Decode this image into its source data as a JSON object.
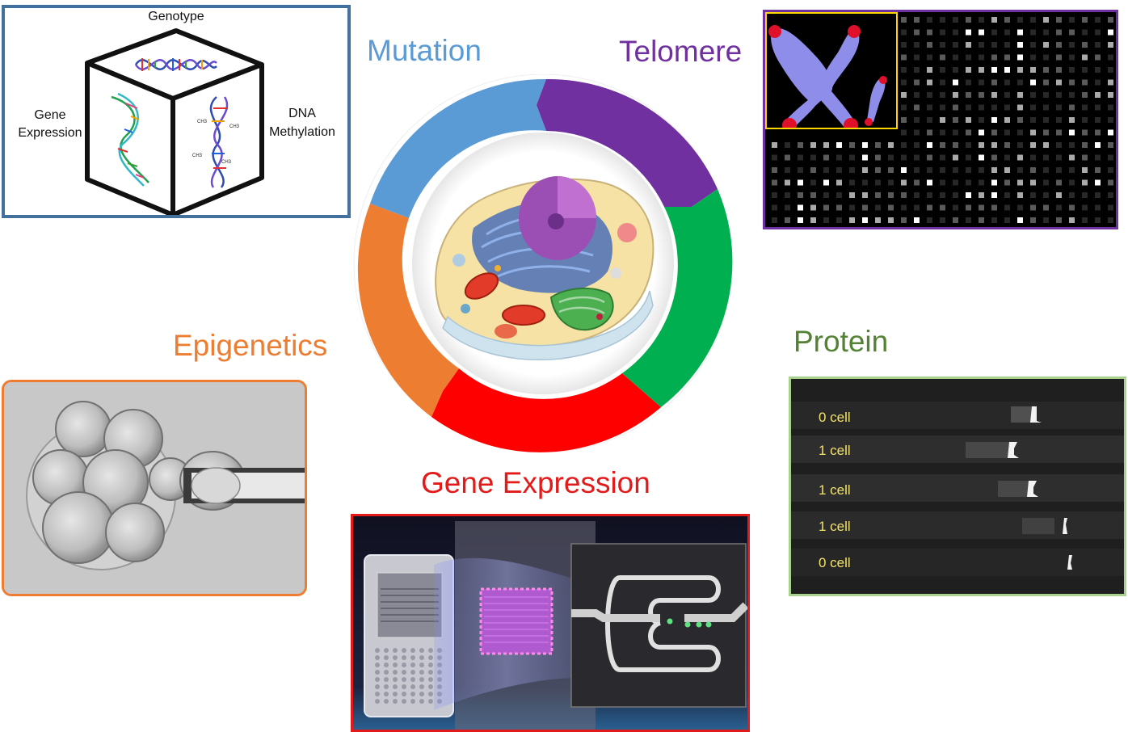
{
  "cube": {
    "top_label": "Genotype",
    "left_label": [
      "Gene",
      "Expression"
    ],
    "right_label": [
      "DNA",
      "Methylation"
    ],
    "methyl_marks": [
      "CH3",
      "CH3",
      "CH3",
      "CH3"
    ]
  },
  "headings": {
    "mutation": "Mutation",
    "telomere": "Telomere",
    "epigenetics": "Epigenetics",
    "protein": "Protein",
    "gene_expression": "Gene Expression"
  },
  "colors": {
    "mutation": "#5b9bd5",
    "telomere": "#7030a0",
    "epigenetics": "#ed7d31",
    "protein": "#548235",
    "gene_expression": "#e31a1a",
    "ring_green": "#00b050",
    "ring_red": "#ff0000"
  },
  "protein_lanes": [
    "0 cell",
    "1 cell",
    "1 cell",
    "1 cell",
    "0 cell"
  ]
}
